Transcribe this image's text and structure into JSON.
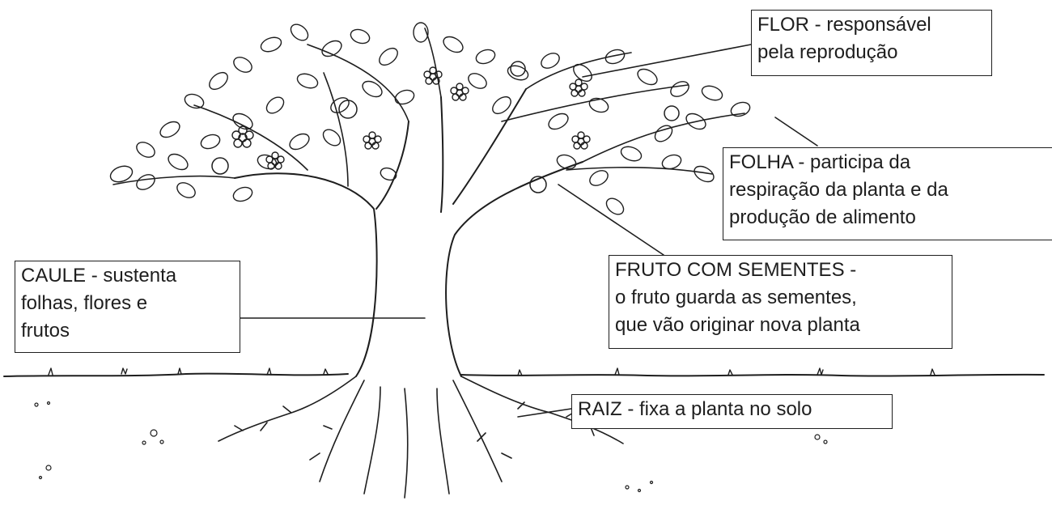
{
  "labels": {
    "flor": [
      "FLOR - responsável",
      "pela reprodução"
    ],
    "folha": [
      "FOLHA - participa da",
      "respiração da planta e da",
      "produção de alimento"
    ],
    "fruto": [
      "FRUTO COM SEMENTES -",
      "o fruto guarda as sementes,",
      "que vão originar nova planta"
    ],
    "caule": [
      "CAULE - sustenta",
      "folhas, flores e",
      "frutos"
    ],
    "raiz": [
      "RAIZ - fixa a planta no solo"
    ]
  },
  "colors": {
    "ink": "#1e1e1e",
    "paper": "#ffffff"
  }
}
